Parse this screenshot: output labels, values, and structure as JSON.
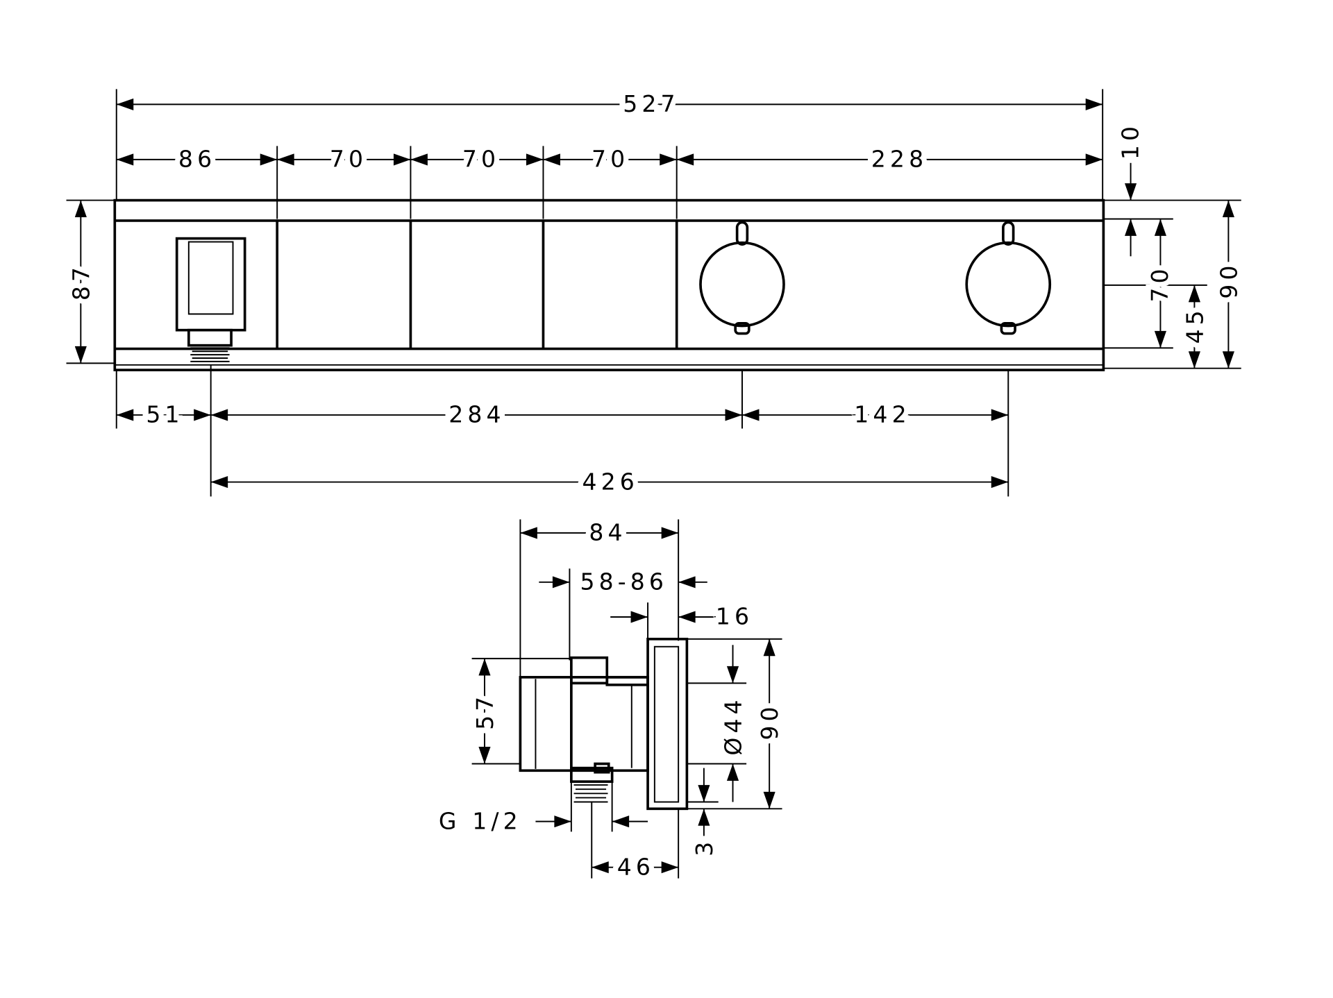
{
  "drawing": {
    "front_view": {
      "overall_width": "527",
      "segments": [
        "86",
        "70",
        "70",
        "70",
        "228"
      ],
      "height_left": "87",
      "top_offset": "10",
      "inner_height": "70",
      "half_height": "45",
      "overall_height": "90",
      "outlet_offset": "51",
      "outlet_to_knob": "284",
      "knob_spacing": "142",
      "outlet_to_knob2": "426"
    },
    "side_view": {
      "depth": "84",
      "install_depth_range": "58-86",
      "plate_depth": "16",
      "body_height": "57",
      "knob_diameter": "Ø44",
      "overall_height": "90",
      "plate_offset": "3",
      "thread_label": "G 1/2",
      "outlet_depth": "46"
    }
  }
}
